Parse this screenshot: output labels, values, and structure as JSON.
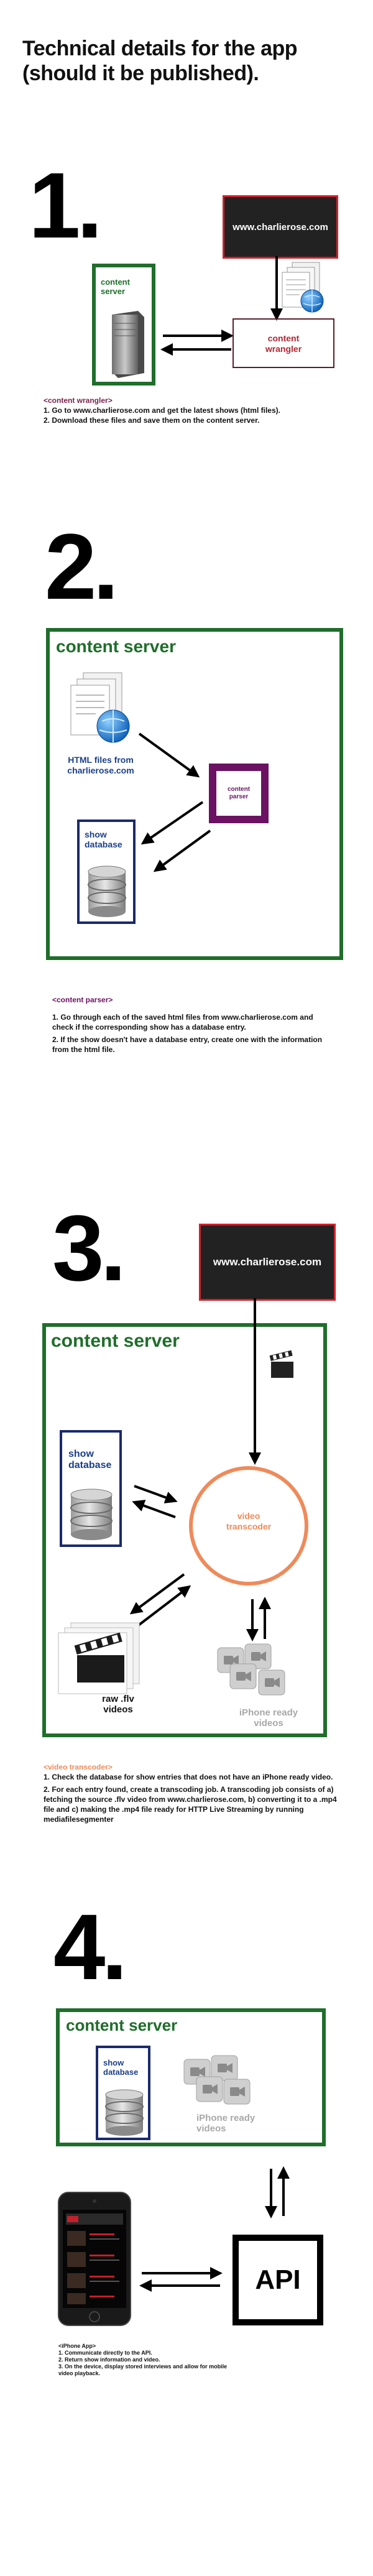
{
  "title": "Technical details for the app (should it be published).",
  "colors": {
    "green": "#1f6e2b",
    "red": "#d0212b",
    "navy": "#1a2a6c",
    "purple": "#6b1262",
    "orange": "#ef8a5a",
    "wine": "#7a1f4a"
  },
  "icons": [
    "server-icon",
    "documents-globe-icon",
    "database-icon",
    "clapperboard-icon",
    "video-camera-icon",
    "iphone-icon",
    "arrow-icon"
  ],
  "section1": {
    "number": "1.",
    "site_label": "www.charlierose.com",
    "server_label_line1": "content",
    "server_label_line2": "server",
    "wrangler_line1": "content",
    "wrangler_line2": "wrangler",
    "desc_head": "<content wrangler>",
    "desc_1": "1. Go to www.charlierose.com and get the latest shows (html files).",
    "desc_2": "2. Download these files and save them on the content server."
  },
  "section2": {
    "number": "2.",
    "server_title": "content server",
    "html_label_line1": "HTML files from",
    "html_label_line2": "charlierose.com",
    "parser_line1": "content",
    "parser_line2": "parser",
    "db_line1": "show",
    "db_line2": "database",
    "desc_head": "<content parser>",
    "desc_1": "1. Go through each of the saved html files from www.charlierose.com and check if the corresponding show has a database entry.",
    "desc_2": "2. If the show doesn't have a database entry, create one with the information from the html file."
  },
  "section3": {
    "number": "3.",
    "site_label": "www.charlierose.com",
    "server_title": "content server",
    "db_line1": "show",
    "db_line2": "database",
    "transcoder_line1": "video",
    "transcoder_line2": "transcoder",
    "raw_line1": "raw .flv",
    "raw_line2": "videos",
    "iphone_line1": "iPhone ready",
    "iphone_line2": "videos",
    "desc_head": "<video transcoder>",
    "desc_1": "1. Check the database for show entries that does not have an iPhone ready video.",
    "desc_2": "2. For each entry found, create a transcoding job. A transcoding job consists of a) fetching the source .flv video from www.charlierose.com, b) converting it to a .mp4 file and c) making the .mp4 file ready for HTTP Live Streaming by running mediafilesegmenter"
  },
  "section4": {
    "number": "4.",
    "server_title": "content server",
    "db_line1": "show",
    "db_line2": "database",
    "iphone_line1": "iPhone ready",
    "iphone_line2": "videos",
    "api_label": "API",
    "desc_head": "<iPhone App>",
    "desc_1": "1. Communicate directly to the API.",
    "desc_2": "2. Return show information and video.",
    "desc_3": "3. On the device, display stored interviews and allow for mobile video playback."
  }
}
